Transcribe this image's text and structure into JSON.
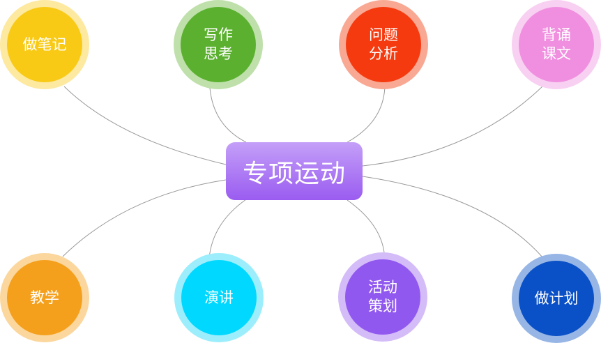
{
  "center": {
    "label": "专项运动",
    "color": "#a66ef2"
  },
  "nodes": [
    {
      "label": "做笔记",
      "fill": "#f8ca16",
      "ring": "#fde9a0"
    },
    {
      "label": "写作思考",
      "fill": "#5bb12f",
      "ring": "#bfe0ab"
    },
    {
      "label": "问题分析",
      "fill": "#f53a10",
      "ring": "#f9a893"
    },
    {
      "label": "背诵课文",
      "fill": "#f08fdf",
      "ring": "#f8d0f2"
    },
    {
      "label": "教学",
      "fill": "#f5a01c",
      "ring": "#fbd79e"
    },
    {
      "label": "演讲",
      "fill": "#00d8ff",
      "ring": "#9deefc"
    },
    {
      "label": "活动策划",
      "fill": "#9158f0",
      "ring": "#d4bcf8"
    },
    {
      "label": "做计划",
      "fill": "#0a50c6",
      "ring": "#97b6e6"
    }
  ]
}
